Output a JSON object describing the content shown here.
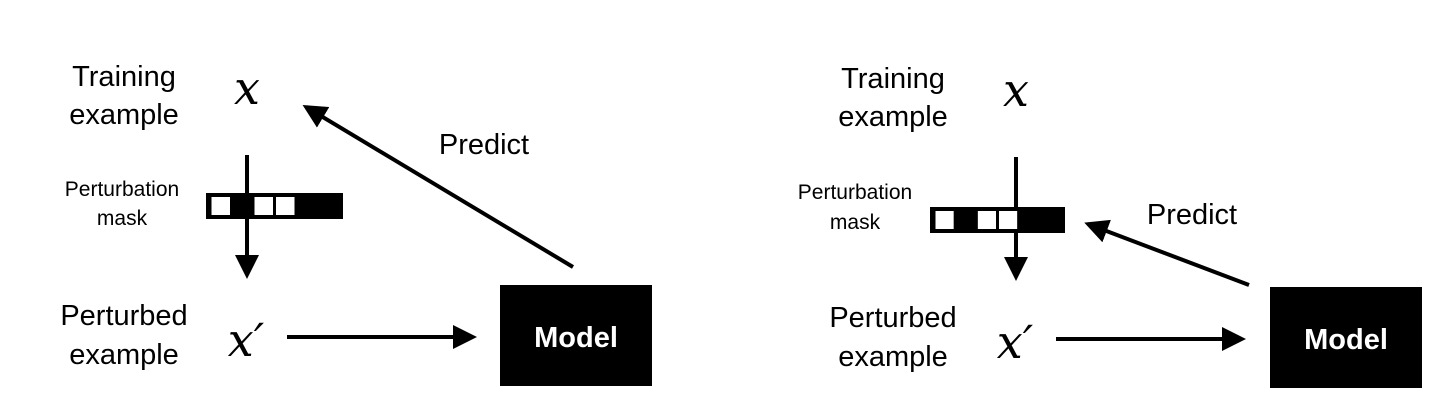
{
  "panels": [
    {
      "training_label": [
        "Training",
        "example"
      ],
      "training_var": "x",
      "mask_label": [
        "Perturbation",
        "mask"
      ],
      "mask_cells": [
        0,
        1,
        0,
        0,
        1,
        1
      ],
      "perturbed_label": [
        "Perturbed",
        "example"
      ],
      "perturbed_var": "x′",
      "model_label": "Model",
      "predict_label": "Predict",
      "predict_target": "training-example"
    },
    {
      "training_label": [
        "Training",
        "example"
      ],
      "training_var": "x",
      "mask_label": [
        "Perturbation",
        "mask"
      ],
      "mask_cells": [
        0,
        1,
        0,
        0,
        1,
        1
      ],
      "perturbed_label": [
        "Perturbed",
        "example"
      ],
      "perturbed_var": "x′",
      "model_label": "Model",
      "predict_label": "Predict",
      "predict_target": "perturbation-mask"
    }
  ],
  "colors": {
    "ink": "#000000",
    "background": "#ffffff",
    "mask_on": "#000000",
    "mask_off": "#ffffff"
  }
}
